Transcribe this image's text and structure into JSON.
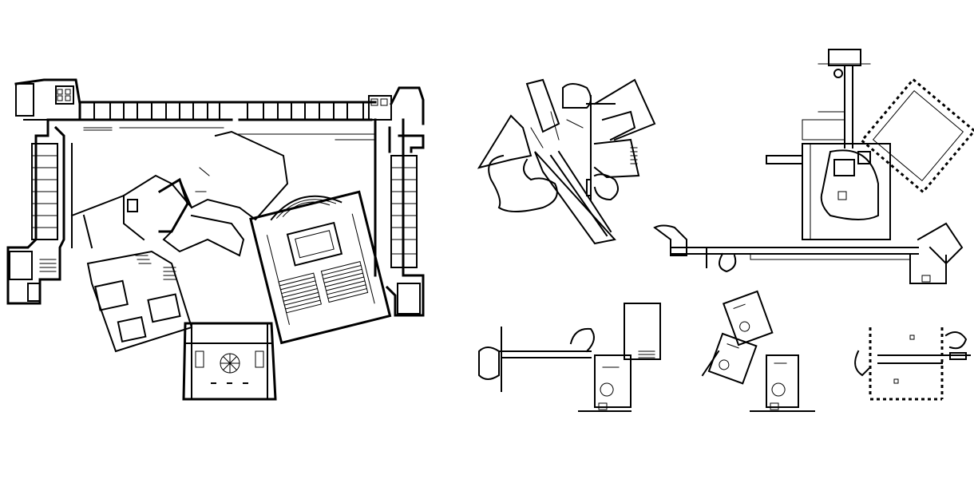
{
  "sheet": {
    "background": "#ffffff",
    "ink": "#000000"
  },
  "plans": [
    {
      "id": "plan-main",
      "kind": "large building floor plan with courtyard, dormitory wings and angled auditorium"
    },
    {
      "id": "plan-angled",
      "kind": "fan-shaped plan with curved free-form walls"
    },
    {
      "id": "plan-gallery",
      "kind": "plan with long corridor spine and rotated square annex"
    },
    {
      "id": "plan-house-a",
      "kind": "small house plan with corridor"
    },
    {
      "id": "plan-house-b",
      "kind": "rotated rooms house plan"
    },
    {
      "id": "plan-house-c",
      "kind": "compact plan with hatched walls"
    }
  ]
}
